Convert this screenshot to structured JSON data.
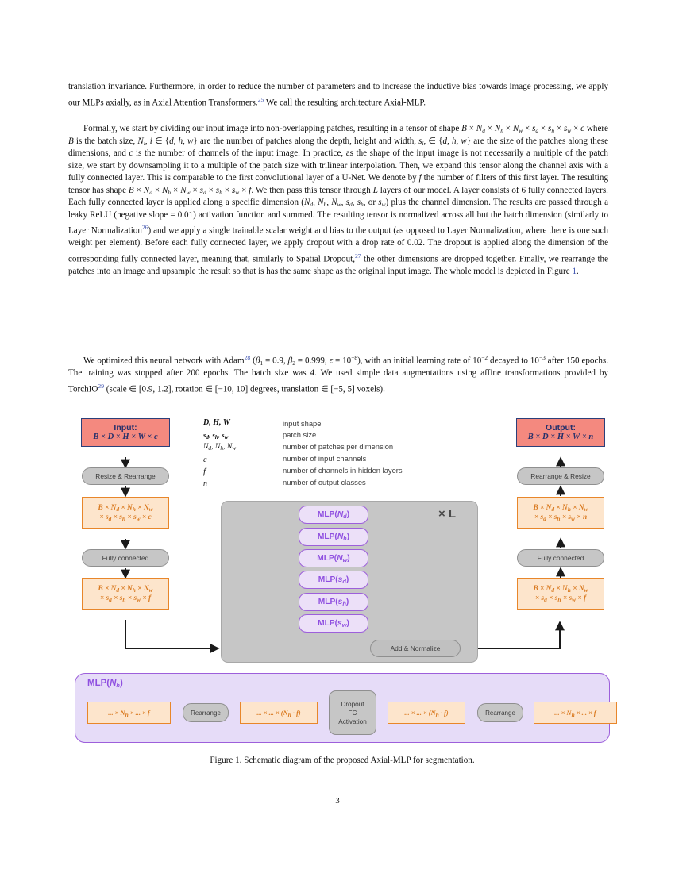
{
  "document": {
    "page_number": "3",
    "figure_caption": "Figure 1.  Schematic diagram of the proposed Axial-MLP for segmentation."
  },
  "paragraphs": {
    "p1_a": "translation invariance. Furthermore, in order to reduce the number of parameters and to increase the inductive bias towards image processing, we apply our MLPs axially, as in Axial Attention Transformers.",
    "p1_ref": "25",
    "p1_b": " We call the resulting architecture Axial-MLP.",
    "p2_a": "Formally, we start by dividing our input image into non-overlapping patches, resulting in a tensor of shape ",
    "p2_eq1": "B × N",
    "p2_b": " where B is the batch size, N",
    "p2_c": " are the number of patches along the depth, height and width, s",
    "p2_d": " are the size of the patches along these dimensions, and c is the number of channels of the input image. In practice, as the shape of the input image is not necessarily a multiple of the patch size, we start by downsampling it to a multiple of the patch size with trilinear interpolation. Then, we expand this tensor along the channel axis with a fully connected layer. This is comparable to the first convolutional layer of a U-Net. We denote by f the number of filters of this first layer. The resulting tensor has shape ",
    "p2_e": ". We then pass this tensor through L layers of our model. A layer consists of 6 fully connected layers. Each fully connected layer is applied along a specific dimension ",
    "p2_f": " plus the channel dimension. The results are passed through a leaky ReLU (negative slope = 0.01) activation function and summed. The resulting tensor is normalized across all but the batch dimension (similarly to Layer Normalization",
    "p2_ref1": "26",
    "p2_g": ") and we apply a single trainable scalar weight and bias to the output (as opposed to Layer Normalization, where there is one such weight per element). Before each fully connected layer, we apply dropout with a drop rate of 0.02. The dropout is applied along the dimension of the corresponding fully connected layer, meaning that, similarly to Spatial Dropout,",
    "p2_ref2": "27",
    "p2_h": " the other dimensions are dropped together. Finally, we rearrange the patches into an image and upsample the result so that is has the same shape as the original input image. The whole model is depicted in Figure ",
    "p2_figref": "1",
    "p3_a": "We optimized this neural network with Adam",
    "p3_ref1": "28",
    "p3_b": " (β",
    "p3_c": " = 0.9, β",
    "p3_d": " = 0.999, ϵ = 10",
    "p3_e": "), with an initial learning rate of 10",
    "p3_f": " decayed to 10",
    "p3_g": " after 150 epochs. The training was stopped after 200 epochs. The batch size was 4. We used simple data augmentations using affine transformations provided by TorchIO",
    "p3_ref2": "29",
    "p3_h": " (scale ∈ [0.9, 1.2], rotation ∈ [−10, 10] degrees, translation ∈ [−5, 5] voxels)."
  },
  "figure": {
    "input_box": {
      "title": "Input:",
      "shape": "B × D × H × W × c"
    },
    "output_box": {
      "title": "Output:",
      "shape": "B × D × H × W × n"
    },
    "left_ops": [
      {
        "label": "Resize & Rearrange"
      },
      {
        "label": "Fully connected"
      }
    ],
    "right_ops": [
      {
        "label": "Rearrange & Resize"
      },
      {
        "label": "Fully connected"
      }
    ],
    "left_shapes": [
      {
        "l1": "B × Nd × Nh × Nw",
        "l2": "× sd × sh × sw × c"
      },
      {
        "l1": "B × Nd × Nh × Nw",
        "l2": "× sd × sh × sw × f"
      }
    ],
    "right_shapes": [
      {
        "l1": "B × Nd × Nh × Nw",
        "l2": "× sd × sh × sw × n"
      },
      {
        "l1": "B × Nd × Nh × Nw",
        "l2": "× sd × sh × sw × f"
      }
    ],
    "mlp_pills": [
      {
        "label": "MLP(Nd)"
      },
      {
        "label": "MLP(Nh)"
      },
      {
        "label": "MLP(Nw)"
      },
      {
        "label": "MLP(sd)"
      },
      {
        "label": "MLP(sh)"
      },
      {
        "label": "MLP(sw)"
      }
    ],
    "repeat_label": "× L",
    "add_norm_label": "Add & Normalize",
    "legend": [
      {
        "symbol": "D, H, W",
        "description": "input shape"
      },
      {
        "symbol": "sd, sh, sw",
        "description": "patch size"
      },
      {
        "symbol": "Nd, Nh, Nw",
        "description": "number of patches per dimension"
      },
      {
        "symbol": "c",
        "description": "number of input channels"
      },
      {
        "symbol": "f",
        "description": "number of channels in hidden layers"
      },
      {
        "symbol": "n",
        "description": "number of output classes"
      }
    ],
    "detail_panel": {
      "title": "MLP(Nh)",
      "steps": [
        {
          "kind": "shape",
          "label": "... × Nh × ... × f"
        },
        {
          "kind": "op",
          "label": "Rearrange"
        },
        {
          "kind": "shape",
          "label": "... × ... × (Nh · f)"
        },
        {
          "kind": "op",
          "label": "Dropout FC Activation"
        },
        {
          "kind": "shape",
          "label": "... × ... × (Nh · f)"
        },
        {
          "kind": "op",
          "label": "Rearrange"
        },
        {
          "kind": "shape",
          "label": "... × Nh × ... × f"
        }
      ],
      "dropout_lines": [
        "Dropout",
        "FC",
        "Activation"
      ]
    },
    "colors": {
      "io_fill": "#f4897f",
      "io_border": "#2b3f7a",
      "shape_fill": "#fde5cc",
      "shape_border": "#e8862a",
      "gray_fill": "#c6c6c6",
      "purple_fill": "#e6dcf8",
      "purple_border": "#9d5fdb",
      "mlp_fill": "#ece0f8"
    }
  }
}
